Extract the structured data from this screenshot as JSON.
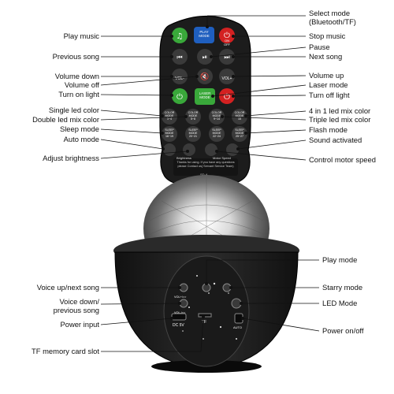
{
  "remote": {
    "left_labels": [
      "Play music",
      "Previous song",
      "Volume down",
      "Volume off",
      "Turn on light",
      "Single led color",
      "Double led mix color",
      "Sleep mode",
      "Auto mode",
      "Adjust brightness"
    ],
    "right_labels": [
      "Select mode",
      "(Bluetooth/TF)",
      "Stop music",
      "Pause",
      "Next song",
      "Volume up",
      "Laser mode",
      "Turn off light",
      "4 in 1 led mix color",
      "Triple led mix color",
      "Flash mode",
      "Sound activated",
      "Control motor speed"
    ],
    "buttons": {
      "play_mode": "PLAY\nMODE",
      "on_off": "ON\nOFF",
      "vol_minus": "VOL-",
      "vol_plus": "VOL+",
      "laser": "LASER\nMODE",
      "color1": "COLOR\nMODE\n1~4",
      "color2": "COLOR\nMODE\n5~8",
      "color3": "COLOR\nMODE\n9~14",
      "color4": "COLOR\nMODE\n15",
      "sleep1": "SLEEP\nMODE\n16~19",
      "sleep2": "SLEEP\nMODE\n20~21",
      "sleep3": "SLEEP\nMODE\n22~24",
      "sleep4": "SLEEP\nMODE\n25~27",
      "brightness": "Brightness",
      "motor_speed": "Motor Speed",
      "model": "SD-A",
      "footer_note": "Thanks for using. If you have any questions please Contact us( Servant Service Team)"
    }
  },
  "projector": {
    "left_labels": [
      "Voice up/next song",
      "Voice down/",
      "previous song",
      "Power input",
      "TF memory card slot"
    ],
    "right_labels": [
      "Play mode",
      "Starry mode",
      "LED Mode",
      "Power on/off"
    ],
    "panel_text": {
      "dc": "DC 5V",
      "tf": "TF",
      "vol_down": "VOL-/<<",
      "vol_up": "VOL+/>>",
      "auto": "AUTO"
    }
  },
  "colors": {
    "remote_body": "#1c1c1c",
    "green": "#39a83a",
    "blue": "#1f5fbf",
    "red": "#d32121",
    "grey_button": "#3a3a3a",
    "projector_body": "#222222"
  }
}
